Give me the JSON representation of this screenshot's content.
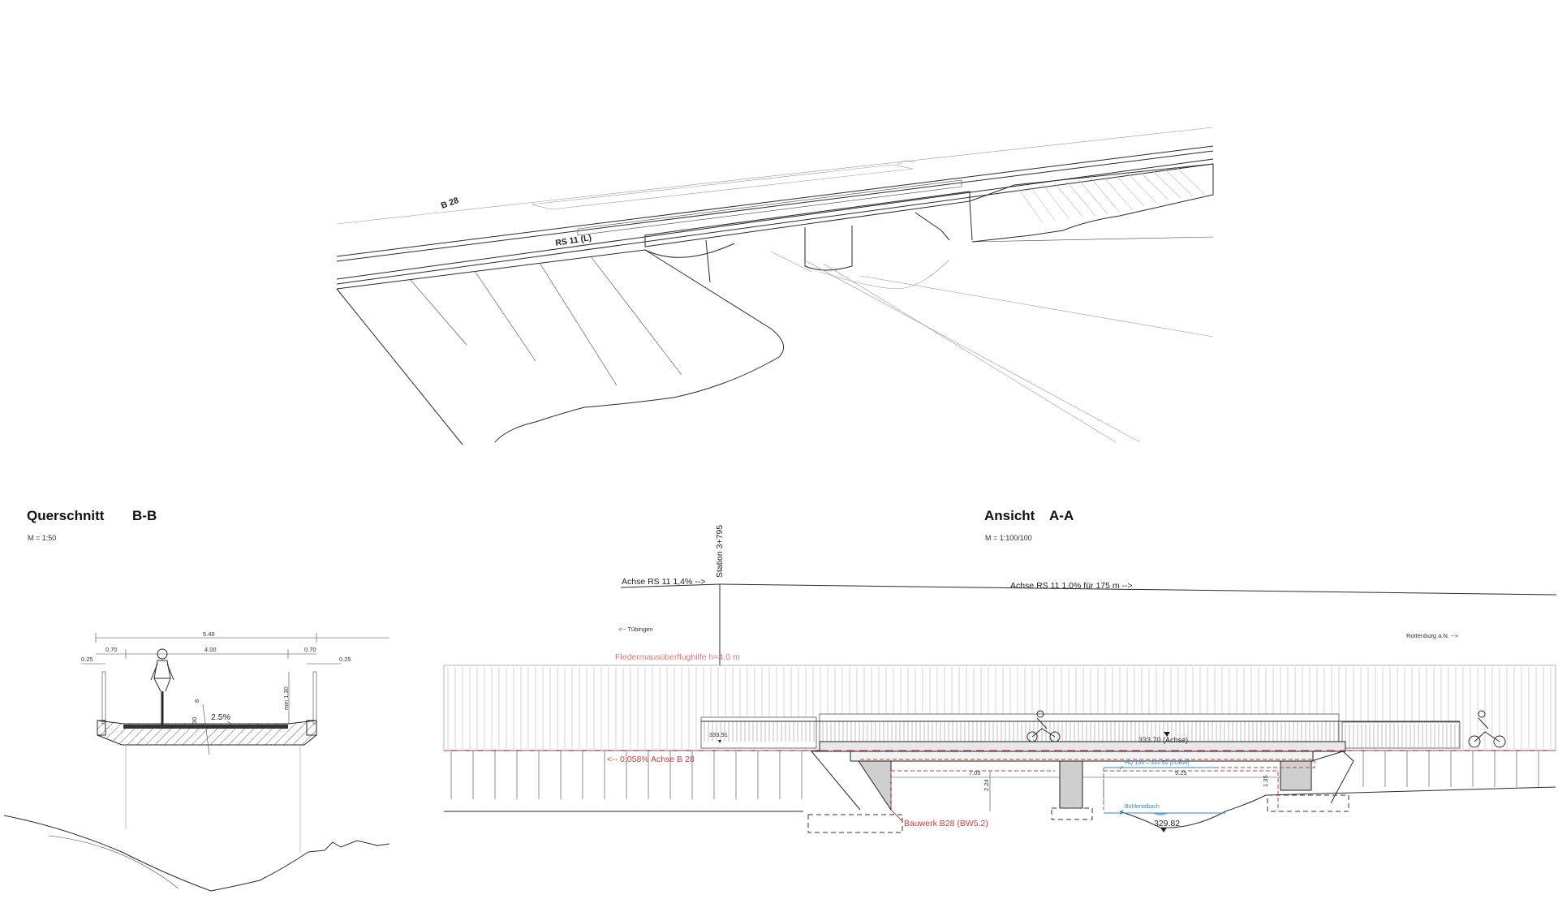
{
  "perspective": {
    "road_label_b28": "B 28",
    "road_label_rs11": "RS 11 (L)"
  },
  "cross_section": {
    "title": "Querschnitt",
    "section_id": "B-B",
    "scale": "M = 1:50",
    "dim_total": "5.40",
    "dim_left_edge": "0.70",
    "dim_center": "4.00",
    "dim_right_edge": "0.70",
    "dim_left_cap": "0.25",
    "dim_right_cap": "0.25",
    "slope": "2.5%",
    "rail_height": "min 1.30",
    "dim_a": "8",
    "dim_b": "30"
  },
  "elevation": {
    "title": "Ansicht",
    "section_id": "A-A",
    "scale": "M = 1:100/100",
    "station": "Station 3+795",
    "axis_left": "Achse RS 11 1,4% -->",
    "axis_right": "Achse RS 11 1,0% für 175 m -->",
    "direction_left": "<-- Tübingen",
    "direction_right": "Rottenburg a.N. -->",
    "bat_guard": "Fledermausüberflughilfe h=4,0 m",
    "b28_axis": "<-- 0,058% Achse B 28",
    "level_left": "333.91",
    "level_axis": "333.70 (Achse)",
    "span_left": "7.05",
    "span_right": "9.25",
    "clearance": "2.24",
    "clearance_right": "1.35",
    "hq100": "HQ 100 = 331.50 [LUBW]",
    "creek": "Bühlertalbach",
    "creek_level": "329.82",
    "structure": "Bauwerk B28 (BW5.2)"
  },
  "colors": {
    "line": "#2a2a2a",
    "red": "#d23a3a",
    "blue": "#2e8ac8",
    "pier_fill": "#cfcfcf"
  }
}
